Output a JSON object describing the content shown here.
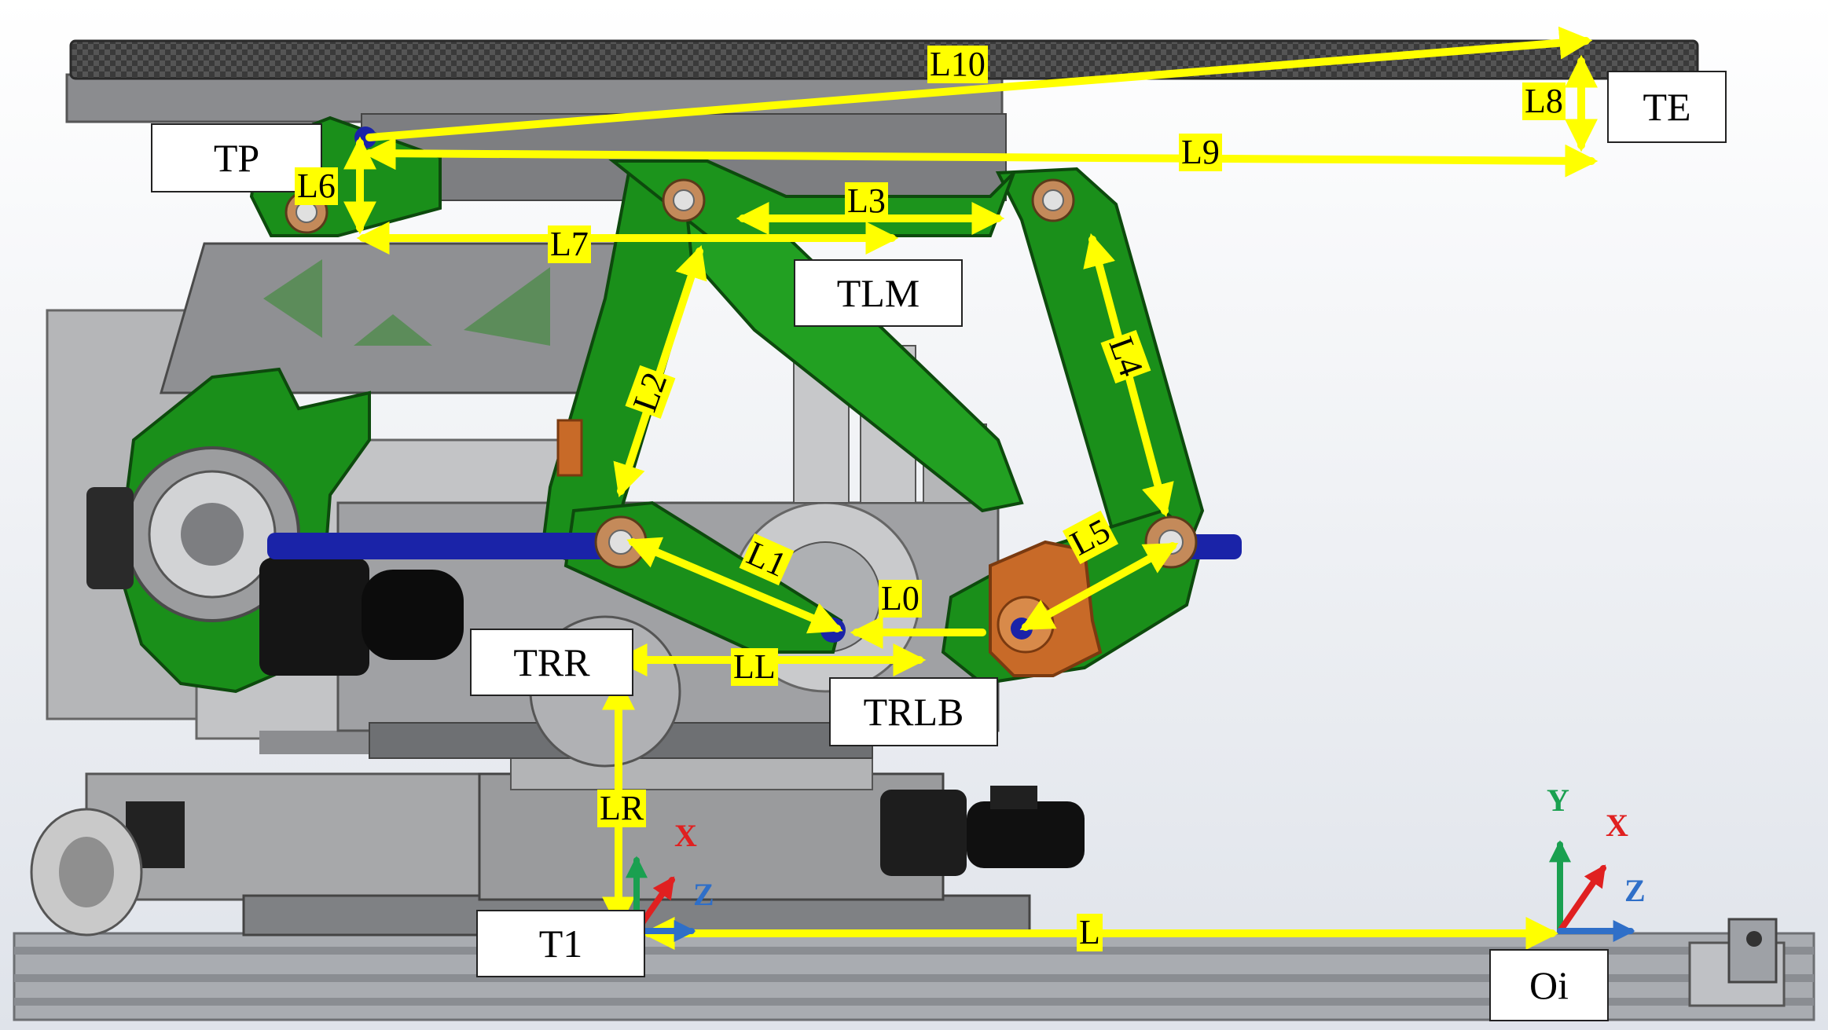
{
  "frames": {
    "tp": "TP",
    "te": "TE",
    "tlm": "TLM",
    "trr": "TRR",
    "trlb": "TRLB",
    "t1": "T1",
    "oi": "Oi"
  },
  "dimensions": {
    "l10": "L10",
    "l8": "L8",
    "l9": "L9",
    "l6": "L6",
    "l7": "L7",
    "l3": "L3",
    "l2": "L2",
    "l4": "L4",
    "l1": "L1",
    "l5": "L5",
    "l0": "L0",
    "ll": "LL",
    "lr": "LR",
    "l": "L"
  },
  "axes": {
    "t1": {
      "x": "X",
      "z": "Z"
    },
    "oi": {
      "y": "Y",
      "x": "X",
      "z": "Z"
    }
  },
  "colors": {
    "dimension_arrow": "#ffff00",
    "frame_green": "#1a8f1a",
    "steel_gray": "#8d8d8d",
    "shaft_blue": "#1a23a8",
    "bracket_orange": "#c86a28",
    "axis_x": "#e02020",
    "axis_y": "#1aa050",
    "axis_z": "#2f6fc8"
  }
}
